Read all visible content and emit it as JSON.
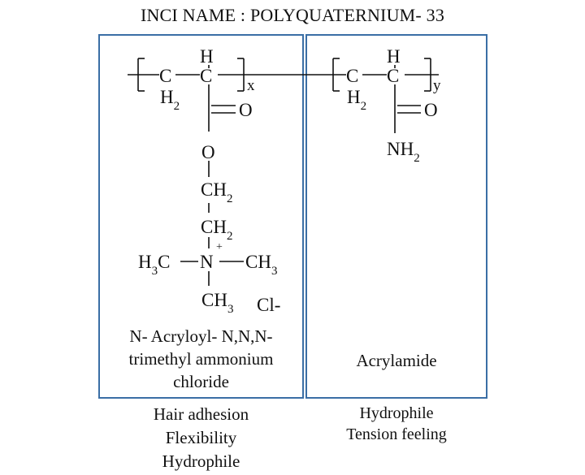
{
  "title": "INCI NAME : POLYQUATERNIUM- 33",
  "left_monomer": {
    "atoms": {
      "c1": "C",
      "h2": "H",
      "h2_sub": "2",
      "c2": "C",
      "h": "H",
      "x": "x",
      "o_double": "O",
      "o_ester": "O",
      "ch2_a": "CH",
      "ch2_a_sub": "2",
      "ch2_b": "CH",
      "ch2_b_sub": "2",
      "h3c": "H",
      "h3c_sub": "3",
      "h3c_c": "C",
      "n": "N",
      "n_charge": "+",
      "ch3_right": "CH",
      "ch3_right_sub": "3",
      "ch3_bottom": "CH",
      "ch3_bottom_sub": "3",
      "counter_ion": "Cl-"
    },
    "name_lines": [
      "N- Acryloyl- N,N,N-",
      "trimethyl ammonium",
      "chloride"
    ],
    "properties": [
      "Hair adhesion",
      "Flexibility",
      "Hydrophile"
    ]
  },
  "right_monomer": {
    "atoms": {
      "c1": "C",
      "h2": "H",
      "h2_sub": "2",
      "c2": "C",
      "h": "H",
      "y": "y",
      "o_double": "O",
      "nh2": "NH",
      "nh2_sub": "2"
    },
    "name": "Acrylamide",
    "properties": [
      "Hydrophile",
      "Tension feeling"
    ]
  },
  "colors": {
    "box_border": "#3a6ea5",
    "text": "#111111"
  }
}
